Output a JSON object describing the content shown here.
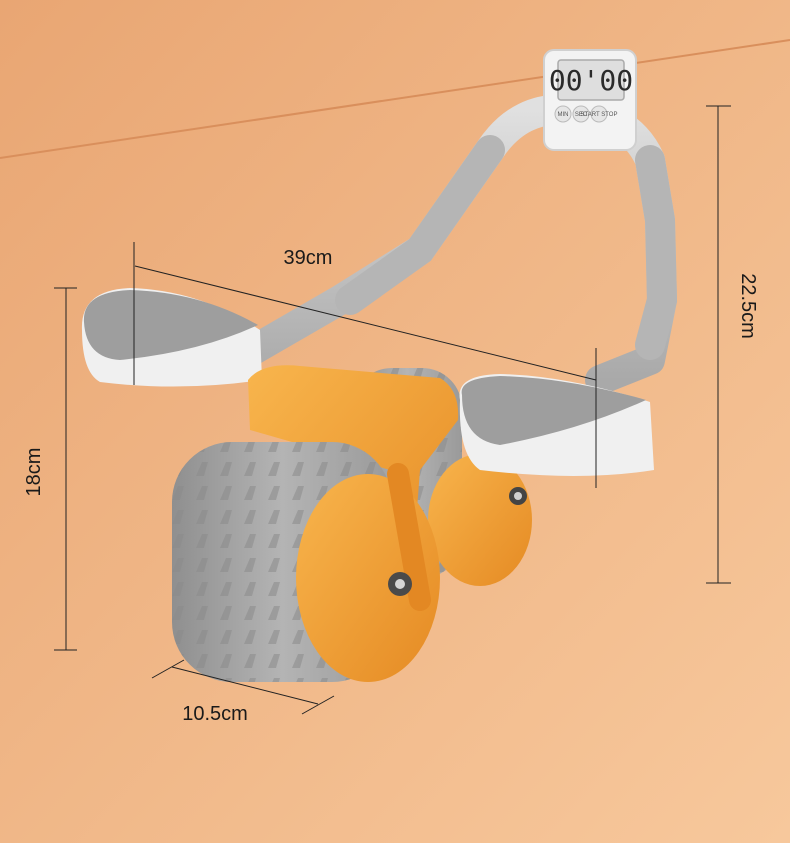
{
  "product": {
    "name": "ab roller wheel with timer",
    "timer": {
      "display": "00'00",
      "buttons": [
        "MIN",
        "SEC",
        "START STOP"
      ]
    }
  },
  "dimensions": {
    "width": "39cm",
    "height": "22.5cm",
    "wheel_height": "18cm",
    "wheel_width": "10.5cm"
  },
  "colors": {
    "background": "#efad7c",
    "accent_orange": "#f5a53c",
    "wheel_gray": "#a7a7a7",
    "frame_gray": "#c8c8c8"
  }
}
